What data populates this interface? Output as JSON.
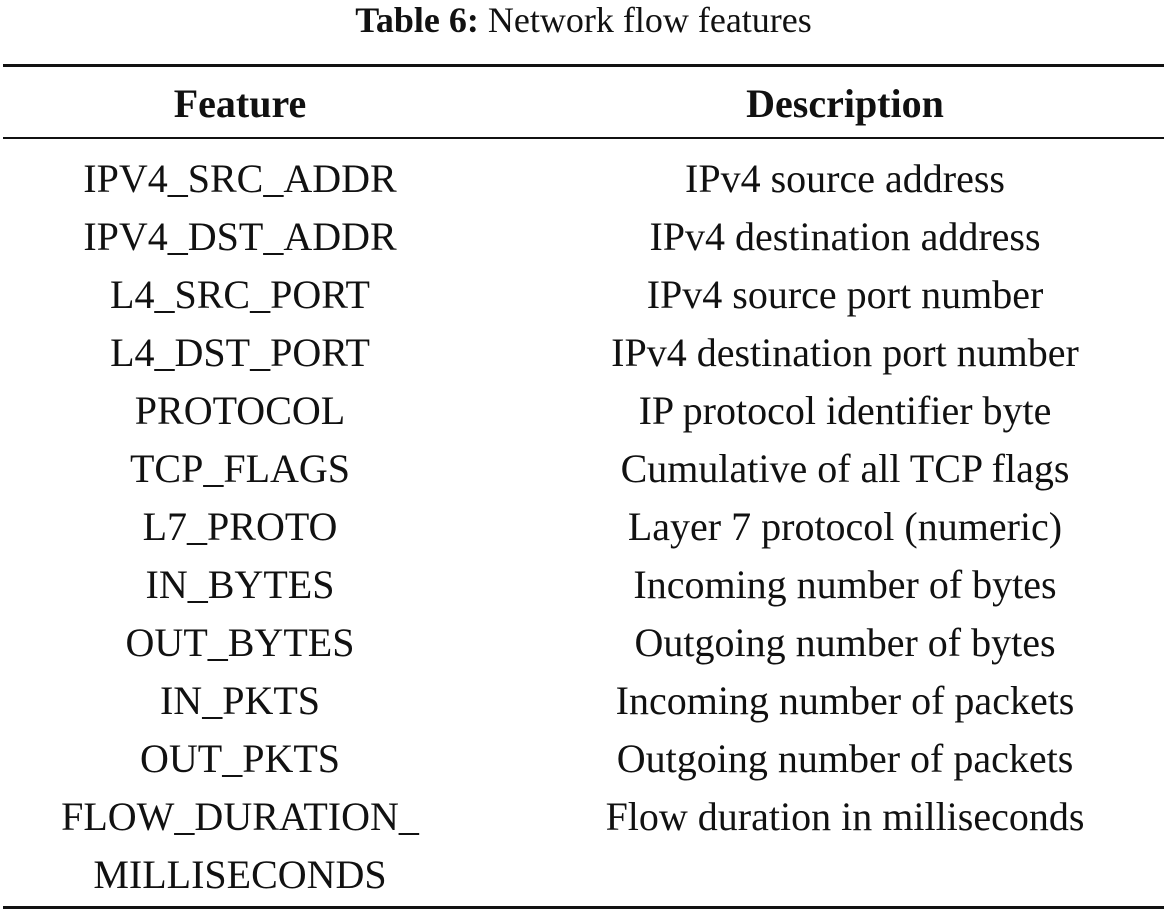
{
  "caption": {
    "label": "Table 6:",
    "text": "Network flow features"
  },
  "table": {
    "headers": {
      "feature": "Feature",
      "description": "Description"
    },
    "rows": [
      {
        "feature": "IPV4_SRC_ADDR",
        "description": "IPv4 source address"
      },
      {
        "feature": "IPV4_DST_ADDR",
        "description": "IPv4 destination address"
      },
      {
        "feature": "L4_SRC_PORT",
        "description": "IPv4 source port number"
      },
      {
        "feature": "L4_DST_PORT",
        "description": "IPv4 destination port number"
      },
      {
        "feature": "PROTOCOL",
        "description": "IP protocol identifier byte"
      },
      {
        "feature": "TCP_FLAGS",
        "description": "Cumulative of all TCP flags"
      },
      {
        "feature": "L7_PROTO",
        "description": "Layer 7 protocol (numeric)"
      },
      {
        "feature": "IN_BYTES",
        "description": "Incoming number of bytes"
      },
      {
        "feature": "OUT_BYTES",
        "description": "Outgoing number of bytes"
      },
      {
        "feature": "IN_PKTS",
        "description": "Incoming number of packets"
      },
      {
        "feature": "OUT_PKTS",
        "description": "Outgoing number of packets"
      },
      {
        "feature": "FLOW_DURATION_MILLISECONDS",
        "feature_line1": "FLOW_DURATION_",
        "feature_line2": "MILLISECONDS",
        "description": "Flow duration in milliseconds"
      }
    ]
  }
}
